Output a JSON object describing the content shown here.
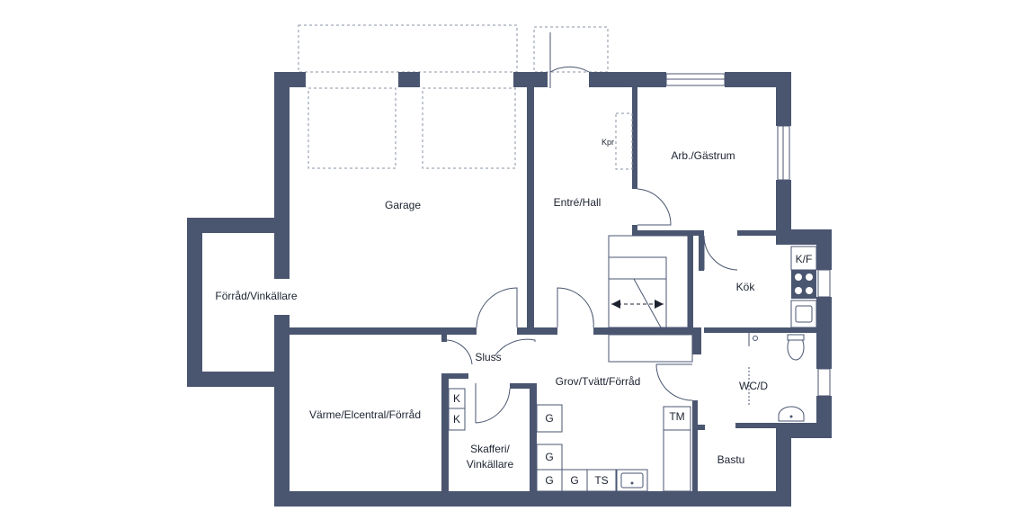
{
  "rooms": {
    "garage": "Garage",
    "entre_hall": "Entré/Hall",
    "arb_gastrum": "Arb./Gästrum",
    "kok": "Kök",
    "forrad_vinkallare": "Förråd/Vinkällare",
    "sluss": "Sluss",
    "grov_tvatt_forrad": "Grov/Tvätt/Förråd",
    "wc_d": "WC/D",
    "varme_elcentral_forrad": "Värme/Elcentral/Förråd",
    "skafferi_line1": "Skafferi/",
    "skafferi_line2": "Vinkällare",
    "bastu": "Bastu"
  },
  "fixtures": {
    "kpr": "Kpr",
    "kf": "K/F",
    "tm": "TM",
    "ts": "TS",
    "k": "K",
    "g": "G"
  },
  "colors": {
    "wall": "#4a5670",
    "background": "#ffffff"
  }
}
